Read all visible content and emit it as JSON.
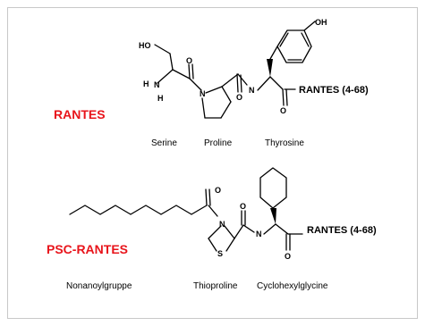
{
  "colors": {
    "accent_red": "#e8141b",
    "text": "#000000",
    "frame": "#c8c8c8"
  },
  "top": {
    "name": "RANTES",
    "suffix": "RANTES (4-68)",
    "residues": [
      "Serine",
      "Proline",
      "Thyrosine"
    ],
    "atoms": {
      "ho": "HO",
      "oh": "OH",
      "h": "H",
      "n1": "N",
      "h2": "H",
      "n_pro": "N",
      "n_tyr": "N",
      "o1": "O",
      "o2": "O",
      "o3": "O"
    }
  },
  "bottom": {
    "name": "PSC-RANTES",
    "suffix": "RANTES (4-68)",
    "residues": [
      "Nonanoylgruppe",
      "Thioproline",
      "Cyclohexylglycine"
    ],
    "atoms": {
      "o1": "O",
      "n_thio": "N",
      "s": "S",
      "o2": "O",
      "n_chg": "N",
      "o3": "O"
    }
  }
}
